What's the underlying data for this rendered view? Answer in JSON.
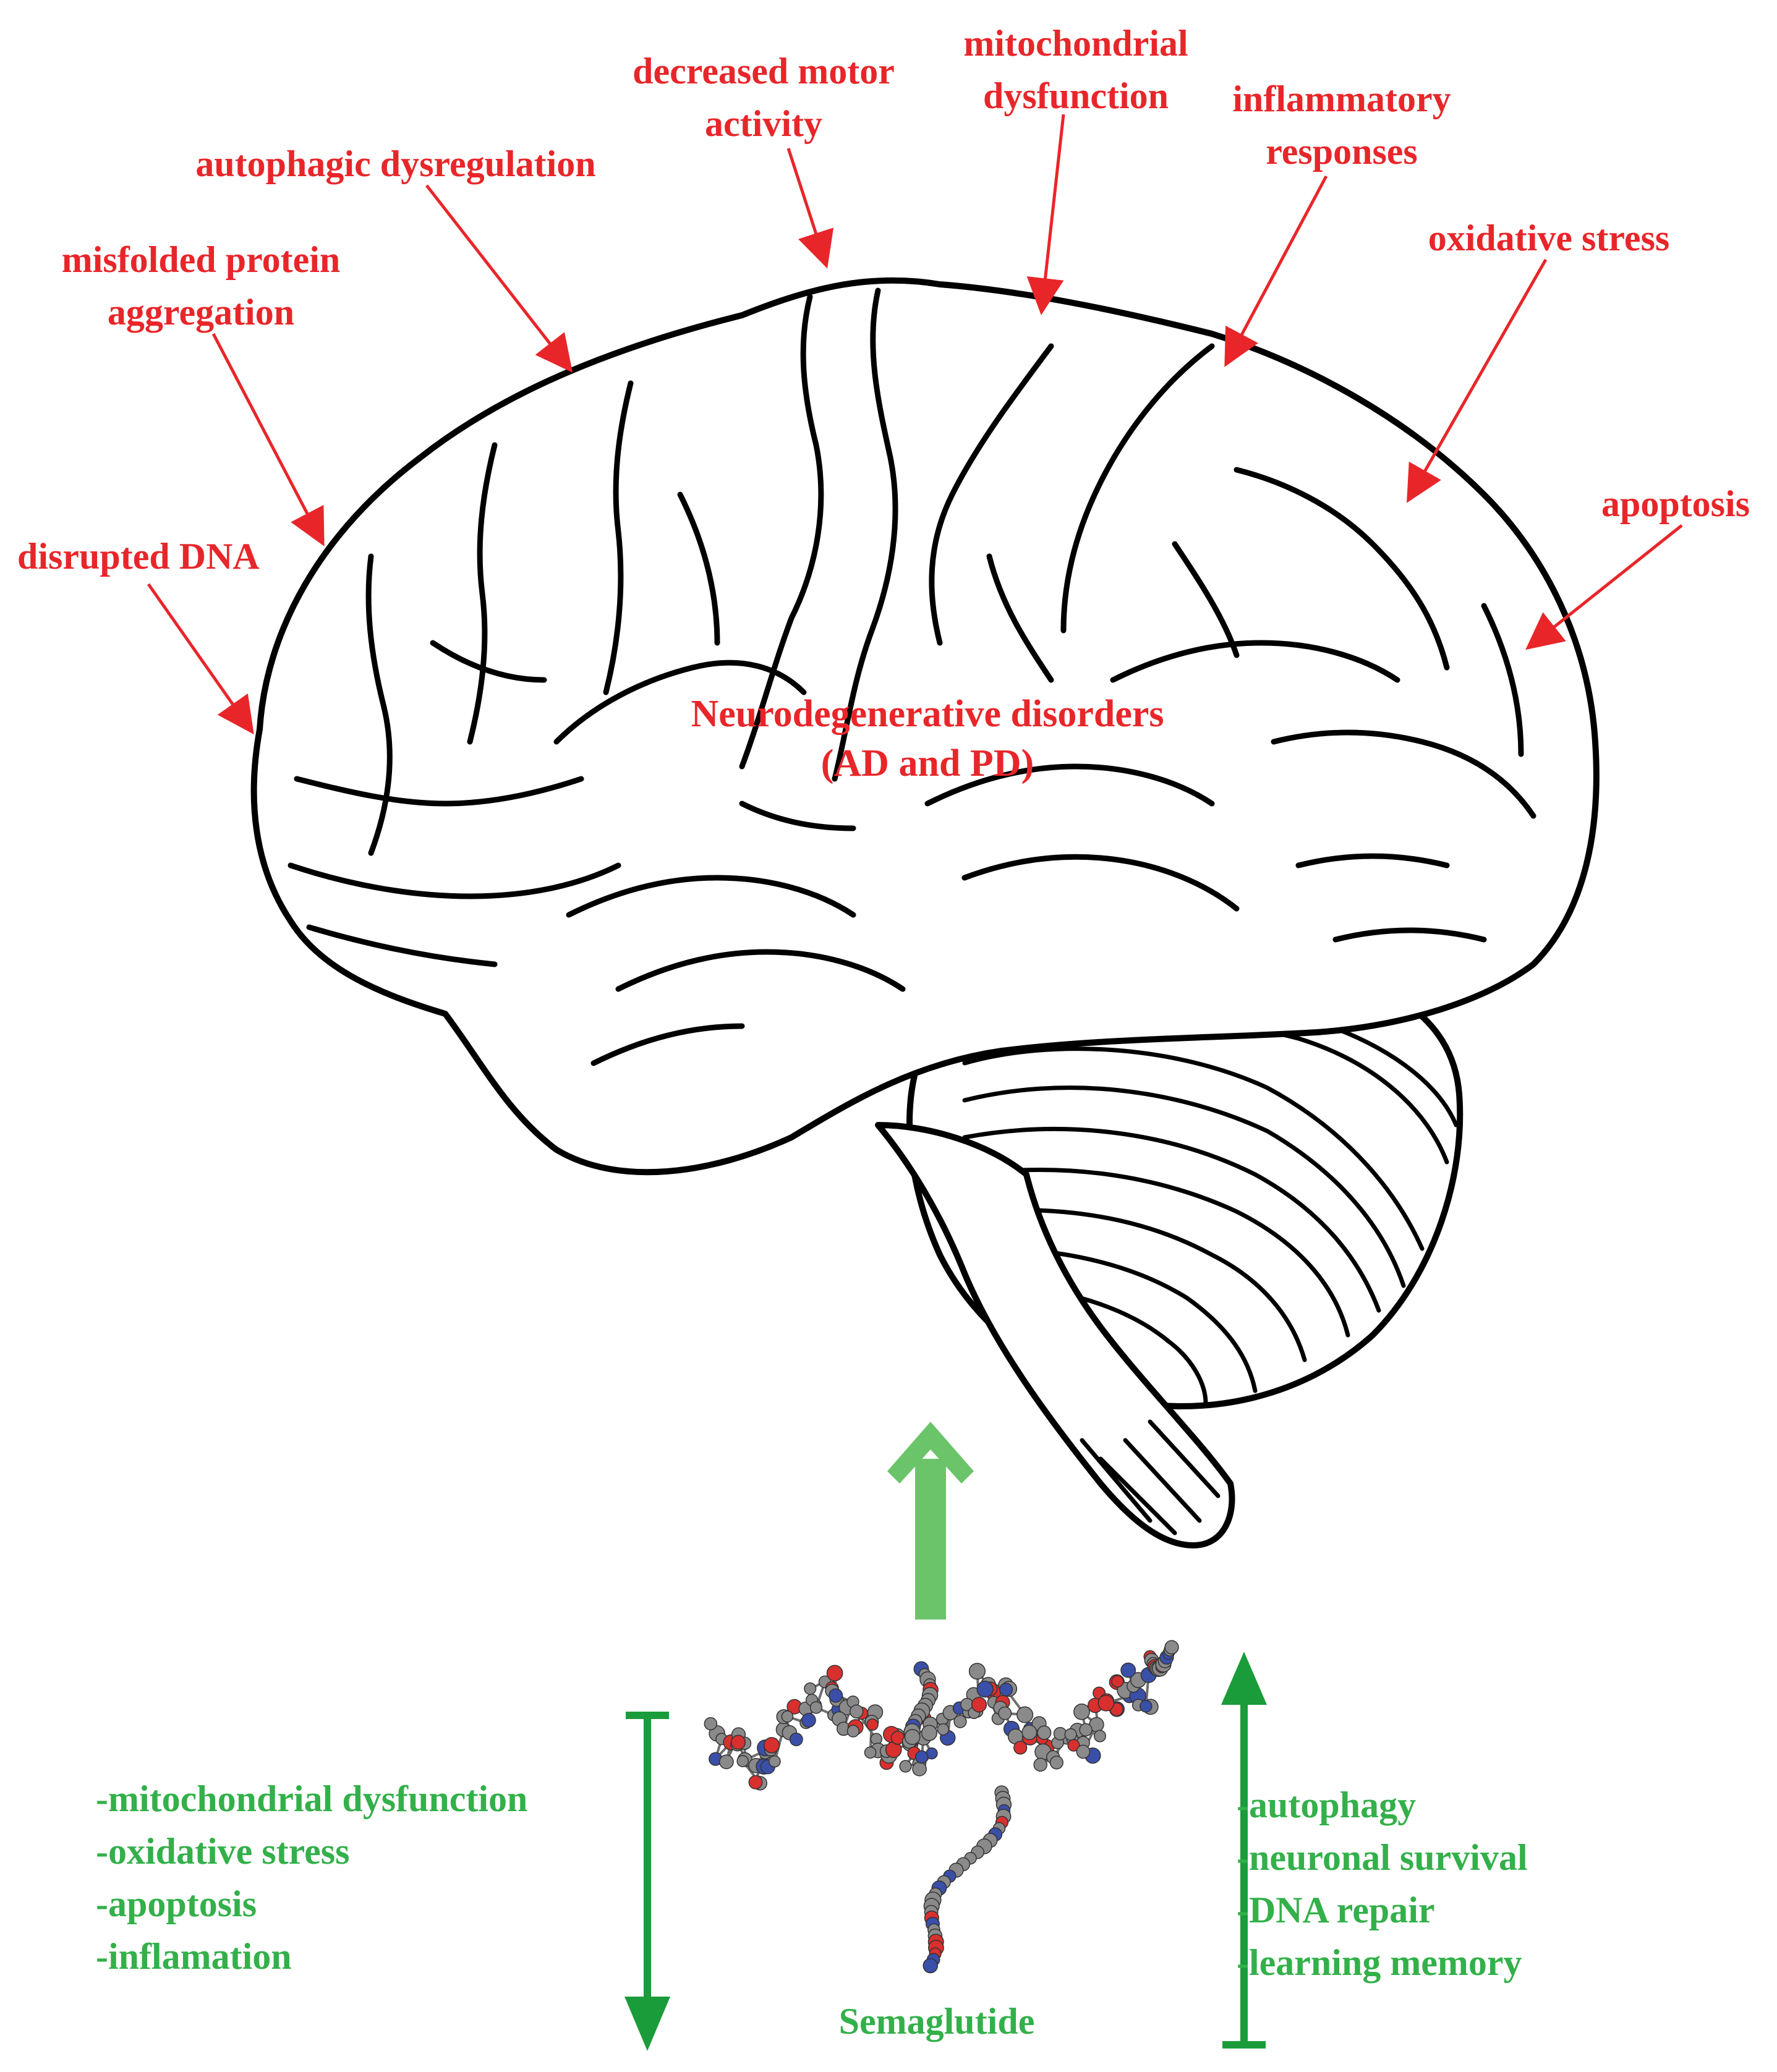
{
  "central_label": {
    "line1": "Neurodegenerative disorders",
    "line2": "(AD and PD)"
  },
  "pathology_labels": [
    {
      "id": "disrupted-dna",
      "lines": [
        "disrupted DNA"
      ]
    },
    {
      "id": "misfolded-protein",
      "lines": [
        "misfolded protein",
        "aggregation"
      ]
    },
    {
      "id": "autophagic",
      "lines": [
        "autophagic dysregulation"
      ]
    },
    {
      "id": "motor",
      "lines": [
        "decreased motor",
        "activity"
      ]
    },
    {
      "id": "mitochondrial",
      "lines": [
        "mitochondrial",
        "dysfunction"
      ]
    },
    {
      "id": "inflammatory",
      "lines": [
        "inflammatory",
        "responses"
      ]
    },
    {
      "id": "oxidative",
      "lines": [
        "oxidative stress"
      ]
    },
    {
      "id": "apoptosis",
      "lines": [
        "apoptosis"
      ]
    }
  ],
  "drug_label": "Semaglutide",
  "decreased_effects": [
    "-mitochondrial dysfunction",
    "-oxidative stress",
    "-apoptosis",
    "-inflamation"
  ],
  "increased_effects": [
    "-autophagy",
    "-neuronal survival",
    "-DNA repair",
    "-learning memory"
  ],
  "colors": {
    "pathology": "#e8262a",
    "effects": "#33b04a",
    "big_arrow": "#6cc46a",
    "atom_carbon": "#8a8a8a",
    "atom_oxygen": "#d8302e",
    "atom_nitrogen": "#3a4fa8"
  }
}
